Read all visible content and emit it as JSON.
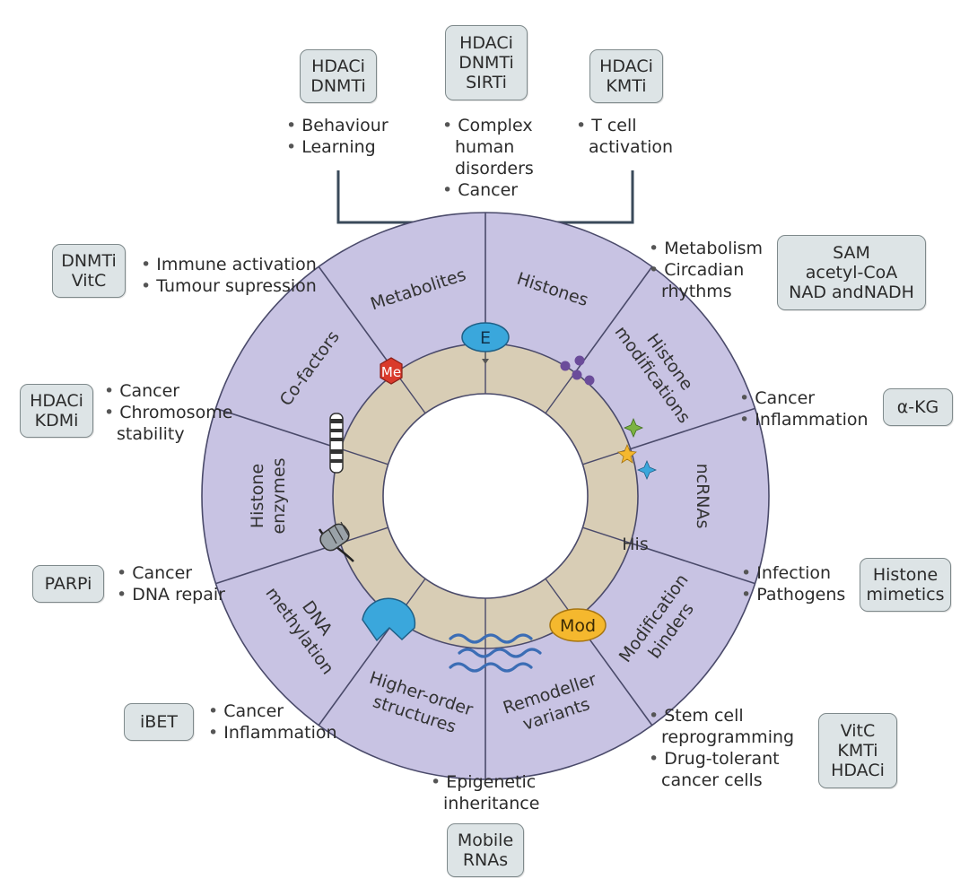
{
  "top_boxes": [
    {
      "lines": [
        "HDACi",
        "DNMTi"
      ]
    },
    {
      "lines": [
        "HDACi",
        "DNMTi",
        "SIRTi"
      ]
    },
    {
      "lines": [
        "HDACi",
        "KMTi"
      ]
    }
  ],
  "top_lists": [
    {
      "items": [
        [
          "Behaviour"
        ],
        [
          "Learning"
        ]
      ]
    },
    {
      "items": [
        [
          "Complex",
          "human",
          "disorders"
        ],
        [
          "Cancer"
        ]
      ]
    },
    {
      "items": [
        [
          "T cell",
          "activation"
        ]
      ]
    }
  ],
  "outer_segments": [
    {
      "id": "histone-enzymes",
      "lines": [
        "Histone",
        "enzymes"
      ]
    },
    {
      "id": "co-factors",
      "lines": [
        "Co-factors"
      ]
    },
    {
      "id": "metabolites",
      "lines": [
        "Metabolites"
      ]
    },
    {
      "id": "histones",
      "lines": [
        "Histones"
      ]
    },
    {
      "id": "histone-modifications",
      "lines": [
        "Histone",
        "modifications"
      ]
    },
    {
      "id": "ncrnas",
      "lines": [
        "ncRNAs"
      ]
    },
    {
      "id": "modification-binders",
      "lines": [
        "Modification",
        "binders"
      ]
    },
    {
      "id": "remodeller-variants",
      "lines": [
        "Remodeller",
        "variants"
      ]
    },
    {
      "id": "higher-order-structures",
      "lines": [
        "Higher-order",
        "structures"
      ]
    },
    {
      "id": "dna-methylation",
      "lines": [
        "DNA",
        "methylation"
      ]
    }
  ],
  "inner_labels": {
    "enzyme": "E",
    "methyl": "Me",
    "his": "His",
    "mod": "Mod"
  },
  "side_items": [
    {
      "id": "dna-methylation",
      "box": [
        "DNMTi",
        "VitC"
      ],
      "list": [
        [
          "Immune activation"
        ],
        [
          "Tumour supression"
        ]
      ]
    },
    {
      "id": "co-factors",
      "box": [
        "SAM",
        "acetyl-CoA",
        "NAD andNADH"
      ],
      "list": [
        [
          "Metabolism"
        ],
        [
          "Circadian",
          "rhythms"
        ]
      ]
    },
    {
      "id": "higher-order",
      "box": [
        "HDACi",
        "KDMi"
      ],
      "list": [
        [
          "Cancer"
        ],
        [
          "Chromosome",
          "stability"
        ]
      ]
    },
    {
      "id": "metabolites",
      "box": [
        "α-KG"
      ],
      "list": [
        [
          "Cancer"
        ],
        [
          "Inflammation"
        ]
      ]
    },
    {
      "id": "remodeller",
      "box": [
        "PARPi"
      ],
      "list": [
        [
          "Cancer"
        ],
        [
          "DNA repair"
        ]
      ]
    },
    {
      "id": "histones",
      "box": [
        "Histone",
        "mimetics"
      ],
      "list": [
        [
          "Infection"
        ],
        [
          "Pathogens"
        ]
      ]
    },
    {
      "id": "binders",
      "box": [
        "iBET"
      ],
      "list": [
        [
          "Cancer"
        ],
        [
          "Inflammation"
        ]
      ]
    },
    {
      "id": "histone-mods",
      "box": [
        "VitC",
        "KMTi",
        "HDACi"
      ],
      "list": [
        [
          "Stem cell",
          "reprogramming"
        ],
        [
          "Drug-tolerant",
          "cancer cells"
        ]
      ]
    },
    {
      "id": "ncrnas",
      "box": [
        "Mobile",
        "RNAs"
      ],
      "list": [
        [
          "Epigenetic",
          "inheritance"
        ]
      ]
    }
  ],
  "colors": {
    "outer_ring": "#c8c3e3",
    "inner_ring": "#d8cdb5",
    "ring_stroke": "#4a4a6a",
    "box_fill": "#dde4e6",
    "connector": "#3a4a5a",
    "enzyme_blue": "#3aa7dc",
    "methyl_red": "#d93a2b",
    "mod_yellow": "#f5b82e",
    "cofactor_purple": "#6b4c9a"
  }
}
